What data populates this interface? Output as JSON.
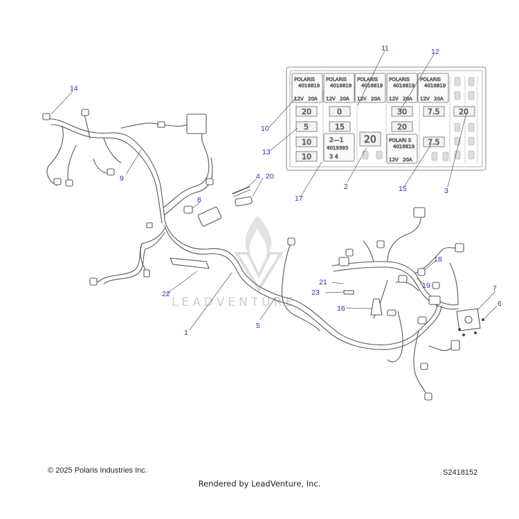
{
  "footer": {
    "copyright": "© 2025 Polaris Industries Inc.",
    "drawing_id": "S2418152",
    "rendered_by": "Rendered by LeadVenture, Inc."
  },
  "watermark": {
    "text": "LEADVENTURE"
  },
  "fuse_box": {
    "relay_brand": "POLARIS",
    "relay_brand_alt": "POLARI S",
    "relay_part": "4016819",
    "relay_rating_v": "12V",
    "relay_rating_a": "20A",
    "diode_top": "2—1",
    "diode_part": "4019393",
    "diode_bottom": "3   4",
    "fuses": {
      "f20a": "20",
      "f5": "5",
      "f10a": "10",
      "f10b": "10",
      "f0": "0",
      "f15": "15",
      "f20b": "20",
      "f30": "30",
      "f20c": "20",
      "f75a": "7.5",
      "f75b": "7.5",
      "f20d": "20"
    }
  },
  "callouts": {
    "c1": "1",
    "c2": "2",
    "c3": "3",
    "c4": "4",
    "c5": "5",
    "c6": "6",
    "c7": "7",
    "c8": "8",
    "c9": "9",
    "c10": "10",
    "c11": "11",
    "c12": "12",
    "c13": "13",
    "c14": "14",
    "c15": "15",
    "c16": "16",
    "c17": "17",
    "c18": "18",
    "c19": "19",
    "c20": "20",
    "c21": "21",
    "c22": "22",
    "c23": "23"
  },
  "colors": {
    "callout": "#2233bb",
    "line": "#555555",
    "watermark": "#cccccc"
  }
}
